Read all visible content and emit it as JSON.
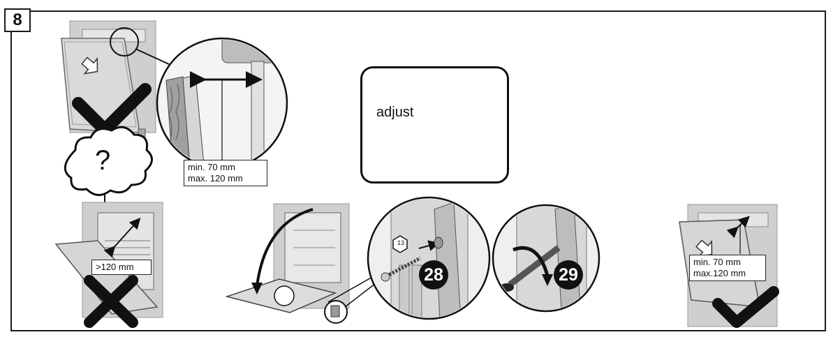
{
  "step_number": "8",
  "note_text": "adjust",
  "labels": {
    "gap_ok": "min. 70 mm\nmax. 120 mm",
    "gap_too_large": ">120 mm",
    "gap_result": "min. 70 mm\nmax.120 mm"
  },
  "question_mark": "?",
  "wrench_size": "13",
  "badges": {
    "first": "28",
    "second": "29"
  },
  "icons": [
    "check-icon",
    "cross-icon",
    "question-cloud-icon",
    "hex-nut-icon",
    "rotate-arrow-icon"
  ]
}
